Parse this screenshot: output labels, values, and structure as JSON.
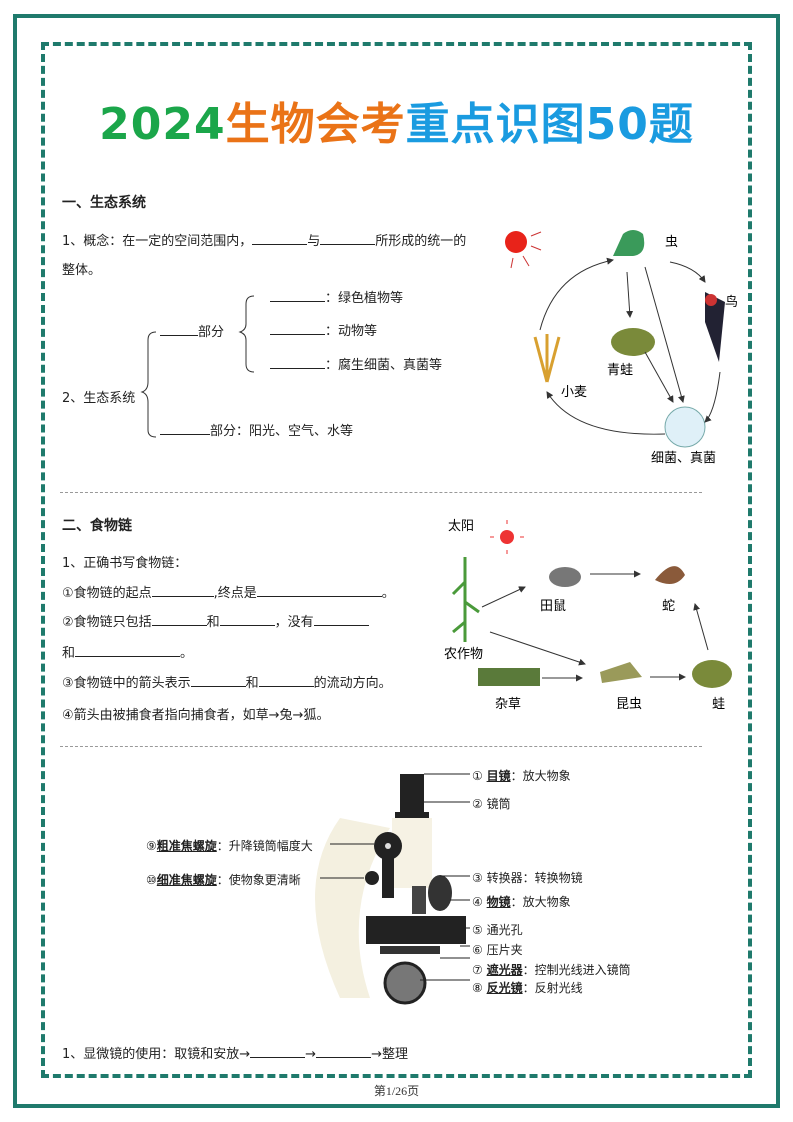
{
  "title": {
    "part1": "2024",
    "part2": "生物会考",
    "part3": "重点识图50题",
    "color1": "#1ba64a",
    "color2": "#ea7317",
    "color3": "#1a9be0"
  },
  "s1": {
    "heading": "一、生态系统",
    "concept_a": "1、概念：在一定的空间范围内，",
    "concept_b": "与",
    "concept_c": "所形成的统一的",
    "concept_d": "整体。",
    "label": "2、生态系统",
    "bio_part": "部分",
    "producer": "：绿色植物等",
    "consumer": "：动物等",
    "decomposer": "：腐生细菌、真菌等",
    "abio_part": "部分：阳光、空气、水等",
    "diagram": {
      "insect": "虫",
      "bird": "鸟",
      "frog": "青蛙",
      "wheat": "小麦",
      "microbe": "细菌、真菌"
    }
  },
  "s2": {
    "heading": "二、食物链",
    "l1": "1、正确书写食物链：",
    "l2a": "①食物链的起点",
    "l2b": ",终点是",
    "l2c": "。",
    "l3a": "②食物链只包括",
    "l3b": "和",
    "l3c": "，没有",
    "l4a": "和",
    "l4b": "。",
    "l5a": "③食物链中的箭头表示",
    "l5b": "和",
    "l5c": "的流动方向。",
    "l6": "④箭头由被捕食者指向捕食者，如草→兔→狐。",
    "diagram": {
      "sun": "太阳",
      "mouse": "田鼠",
      "snake": "蛇",
      "crop": "农作物",
      "grass": "杂草",
      "insect": "昆虫",
      "frog": "蛙"
    }
  },
  "s3": {
    "labels": [
      {
        "n": "①",
        "name": "目镜",
        "desc": "：放大物象"
      },
      {
        "n": "②",
        "name": "镜筒",
        "desc": ""
      },
      {
        "n": "③",
        "name": "转换器",
        "desc": "：转换物镜"
      },
      {
        "n": "④",
        "name": "物镜",
        "desc": "：放大物象"
      },
      {
        "n": "⑤",
        "name": "通光孔",
        "desc": ""
      },
      {
        "n": "⑥",
        "name": "压片夹",
        "desc": ""
      },
      {
        "n": "⑦",
        "name": "遮光器",
        "desc": "：控制光线进入镜筒"
      },
      {
        "n": "⑧",
        "name": "反光镜",
        "desc": "：反射光线"
      }
    ],
    "left": [
      {
        "n": "⑨",
        "name": "粗准焦螺旋",
        "desc": "：升降镜筒幅度大"
      },
      {
        "n": "⑩",
        "name": "细准焦螺旋",
        "desc": "：使物象更清晰"
      }
    ],
    "usage_a": "1、显微镜的使用：取镜和安放→",
    "usage_b": "→",
    "usage_c": "→整理"
  },
  "footer": "第1/26页"
}
